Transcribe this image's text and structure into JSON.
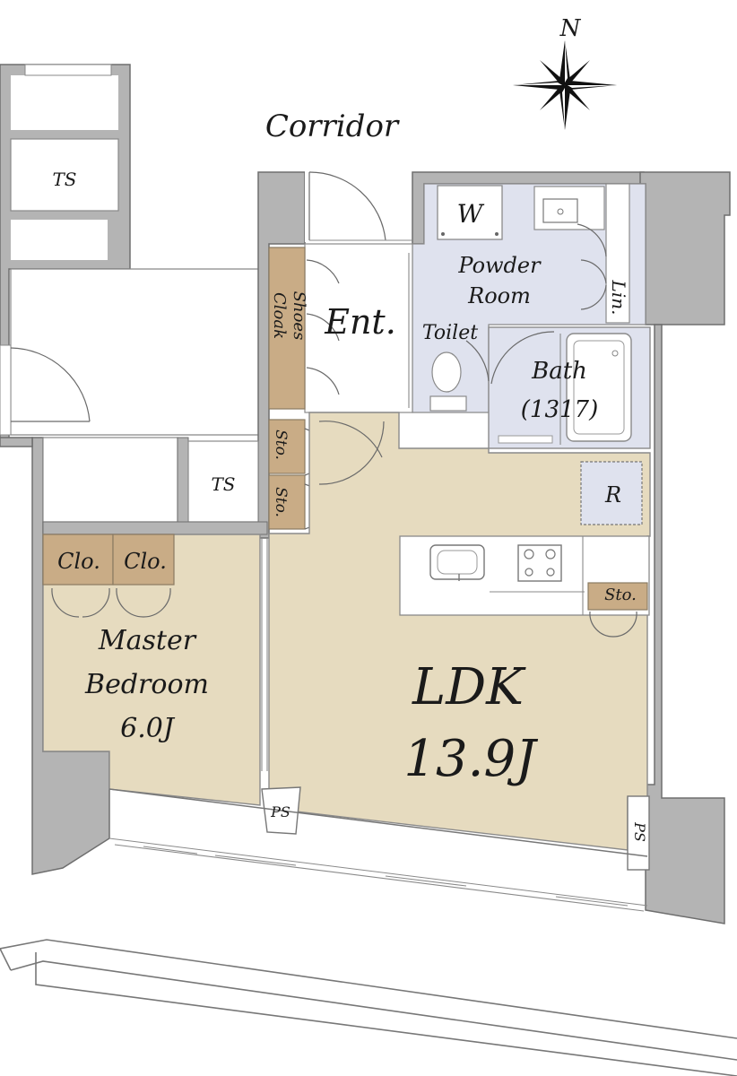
{
  "compass": {
    "label": "N"
  },
  "labels": {
    "corridor": "Corridor",
    "entrance": "Ent.",
    "shoes_cloak": [
      "Shoes",
      "Cloak"
    ],
    "washer": "W",
    "powder_room": [
      "Powder",
      "Room"
    ],
    "linen": "Lin.",
    "toilet": "Toilet",
    "bath": [
      "Bath",
      "(1317)"
    ],
    "storage_1": "Sto.",
    "storage_2": "Sto.",
    "storage_kitchen": "Sto.",
    "refrigerator": "R",
    "trunk_space_top": "TS",
    "trunk_space_mid": "TS",
    "closet_1": "Clo.",
    "closet_2": "Clo.",
    "master_bedroom": [
      "Master",
      "Bedroom",
      "6.0J"
    ],
    "ldk": [
      "LDK",
      "13.9J"
    ],
    "pipe_space_1": "PS",
    "pipe_space_2": "PS"
  },
  "colors": {
    "ldk_floor": "#e6dbbf",
    "bedroom_floor": "#e6dbbf",
    "wet_area_floor": "#dfe2ee",
    "storage_fill": "#c9ac86",
    "wall": "#b4b4b4"
  }
}
